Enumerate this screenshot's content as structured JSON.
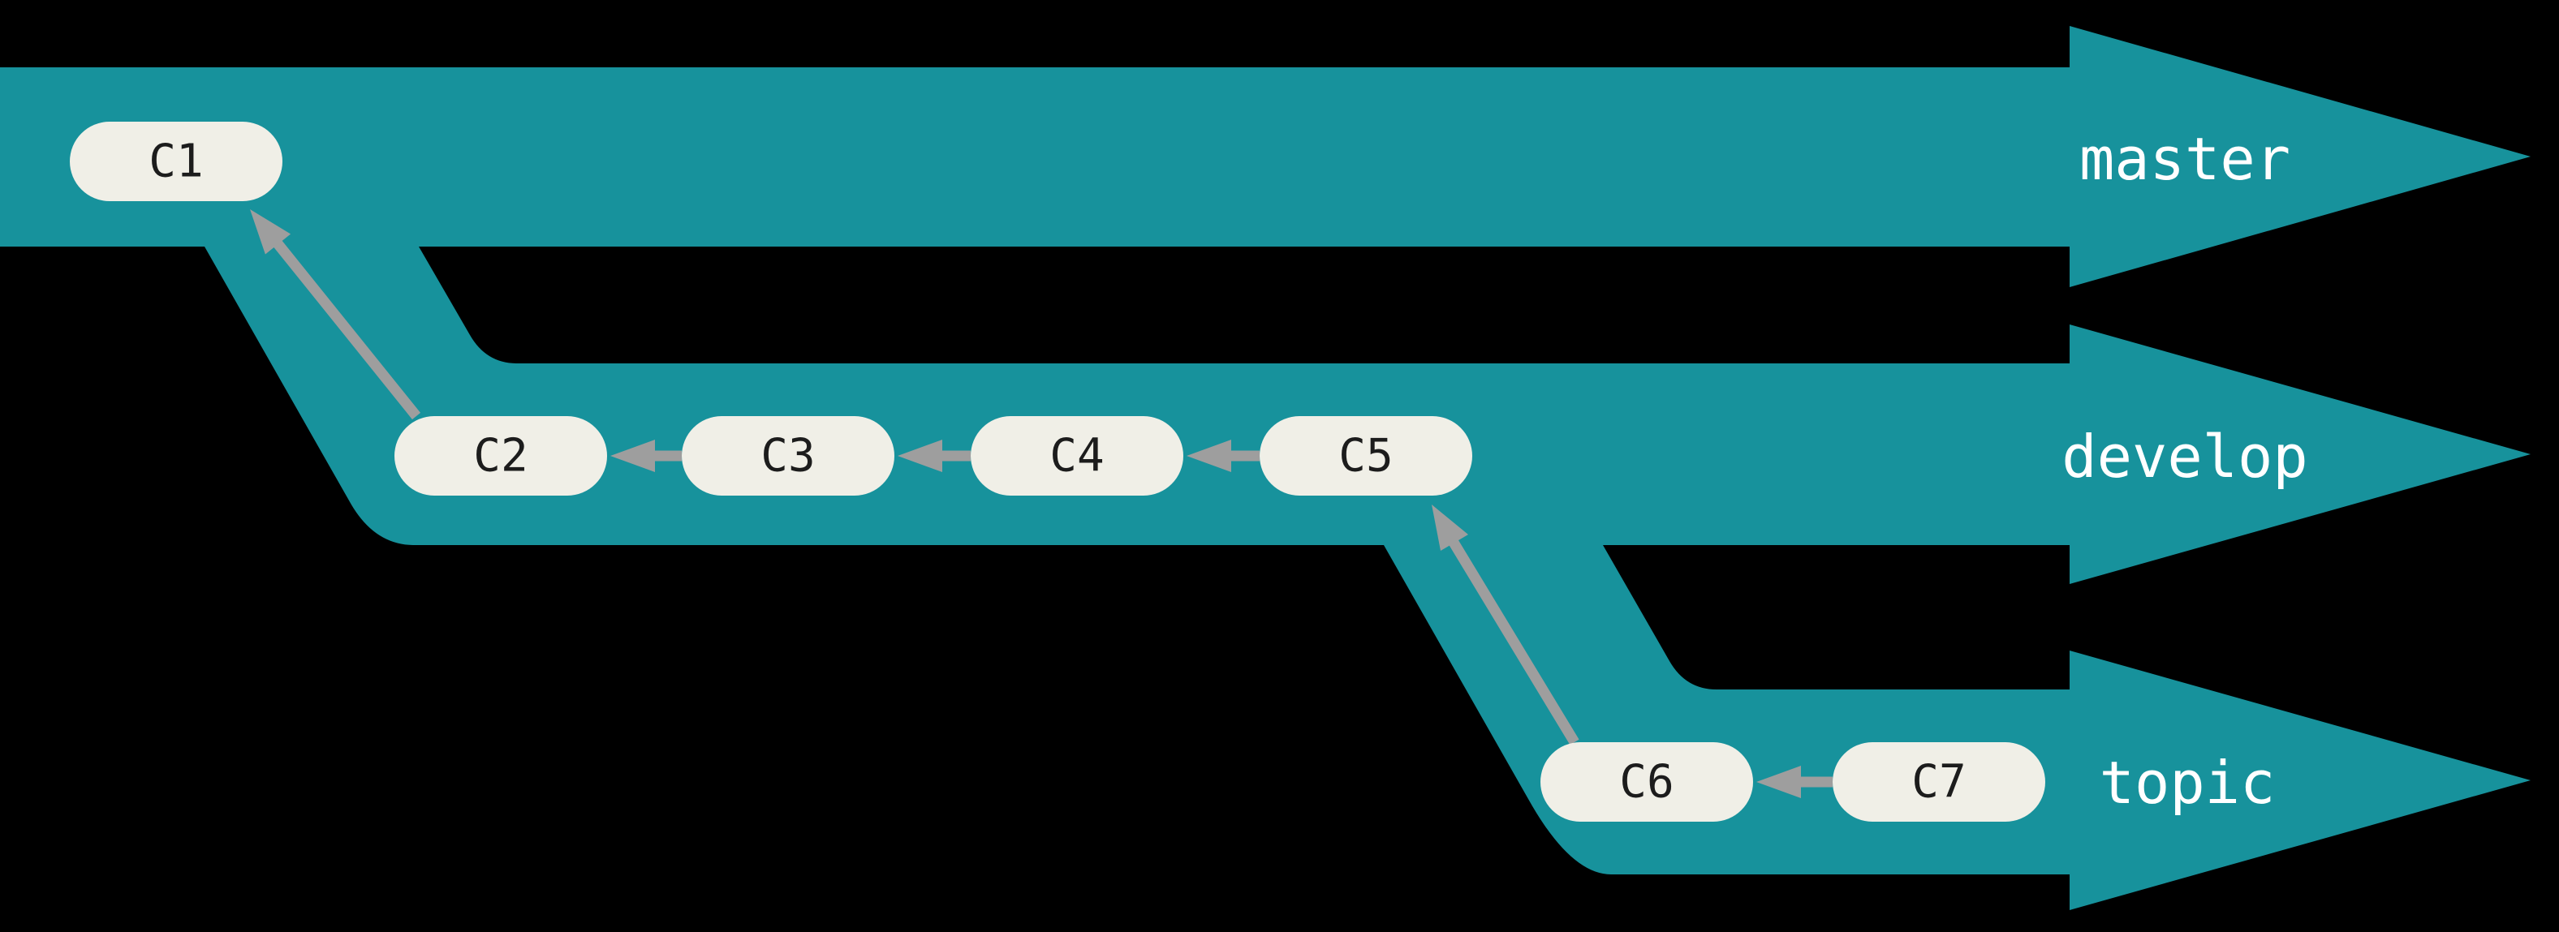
{
  "diagram": {
    "title": "git long-running branches diagram",
    "colors": {
      "background": "#000000",
      "band": "#17929C",
      "node_fill": "#F0EFE7",
      "node_text": "#1C1C1C",
      "arrow": "#9E9E9E",
      "label_text": "#FFFFFF"
    },
    "branches": [
      {
        "name": "master"
      },
      {
        "name": "develop"
      },
      {
        "name": "topic"
      }
    ],
    "commits": [
      {
        "id": "C1",
        "branch": "master"
      },
      {
        "id": "C2",
        "branch": "develop"
      },
      {
        "id": "C3",
        "branch": "develop"
      },
      {
        "id": "C4",
        "branch": "develop"
      },
      {
        "id": "C5",
        "branch": "develop"
      },
      {
        "id": "C6",
        "branch": "topic"
      },
      {
        "id": "C7",
        "branch": "topic"
      }
    ],
    "edges": [
      {
        "from": "C2",
        "to": "C1"
      },
      {
        "from": "C3",
        "to": "C2"
      },
      {
        "from": "C4",
        "to": "C3"
      },
      {
        "from": "C5",
        "to": "C4"
      },
      {
        "from": "C6",
        "to": "C5"
      },
      {
        "from": "C7",
        "to": "C6"
      }
    ]
  }
}
